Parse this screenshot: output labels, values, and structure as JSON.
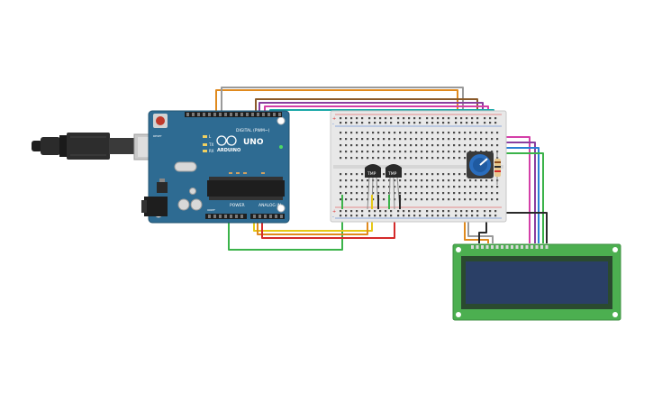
{
  "arduino": {
    "brand": "ARDUINO",
    "model": "UNO",
    "digital_label": "DIGITAL (PWM~)",
    "power_label": "POWER",
    "analog_label": "ANALOG IN",
    "led_tx": "TX",
    "led_rx": "RX",
    "led_l": "L",
    "reset_label": "RESET",
    "ioref_label": "IOREF"
  },
  "sensors": [
    {
      "label": "TMP"
    },
    {
      "label": "TMP"
    }
  ],
  "breadboard": {
    "plus": "+",
    "minus": "-"
  },
  "lcd": {
    "type": "16x2 LCD"
  },
  "colors": {
    "board_blue": "#2e6b92",
    "breadboard": "#e8e8e8",
    "lcd_green": "#4caf50",
    "lcd_screen": "#2a3f66",
    "wire_orange": "#e08a1e",
    "wire_grey": "#9a9a9a",
    "wire_purple": "#8a3fa0",
    "wire_magenta": "#d43fa8",
    "wire_blue": "#2a7fd4",
    "wire_green": "#3bb34a",
    "wire_yellow": "#e6c817",
    "wire_red": "#d42a2a",
    "wire_black": "#2a2a2a",
    "wire_brown": "#8a5a2a",
    "wire_teal": "#1aa8a8"
  }
}
